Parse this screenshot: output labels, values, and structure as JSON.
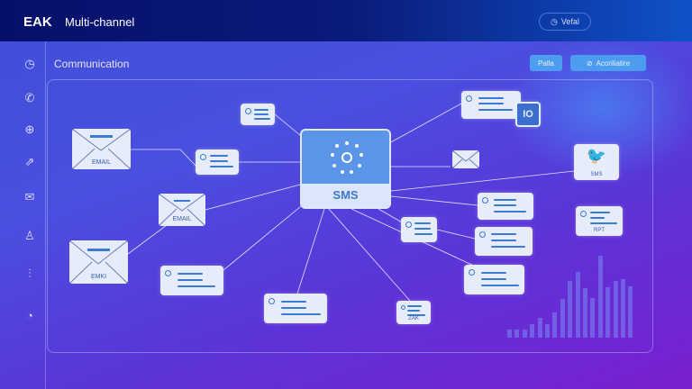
{
  "header": {
    "logo": "EAK",
    "title": "Multi-channel",
    "user_button": "Vefal"
  },
  "toolbar": {
    "section_title": "Communication",
    "primary_button": "Palla",
    "secondary_button": "Acoriliatire"
  },
  "sidebar": {
    "icons": [
      "dashboard-icon",
      "phone-icon",
      "globe-icon",
      "send-icon",
      "mail-icon",
      "user-icon",
      "analytics-icon",
      "check-circle-icon"
    ]
  },
  "hub": {
    "label": "SMS",
    "icon": "stars-circle-icon"
  },
  "email_nodes": [
    {
      "label": "EMAIL"
    },
    {
      "label": "EMAIL"
    },
    {
      "label": "EMKI"
    }
  ],
  "twitter_node": {
    "label": "SMS",
    "icon": "twitter-icon"
  },
  "report_card": {
    "label": "RPT"
  },
  "small_card": {
    "label": "ZAK"
  },
  "speech_bubble": {
    "label": "IO"
  },
  "chart_data": {
    "type": "bar",
    "values": [
      9,
      9,
      9,
      15,
      22,
      15,
      28,
      43,
      63,
      73,
      55,
      44,
      91,
      56,
      63,
      65,
      57
    ]
  },
  "colors": {
    "accent": "#3a7bd5",
    "header": "#06106a",
    "card": "#e6ecfa"
  }
}
